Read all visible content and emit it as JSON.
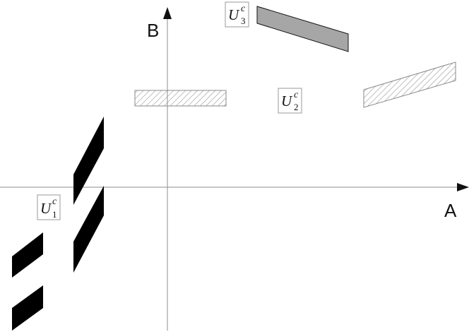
{
  "axes": {
    "x_label": "A",
    "y_label": "B",
    "line_color": "#8c8c8c",
    "arrow_color": "#111111"
  },
  "sets": {
    "u1": {
      "letter": "U",
      "superscript": "c",
      "subscript": "1",
      "fill": "solid-black",
      "color": "#000000"
    },
    "u2": {
      "letter": "U",
      "superscript": "c",
      "subscript": "2",
      "fill": "diagonal-hatch",
      "color": "#8a8a8a"
    },
    "u3": {
      "letter": "U",
      "superscript": "c",
      "subscript": "3",
      "fill": "solid-gray",
      "color": "#a6a6a6"
    }
  }
}
